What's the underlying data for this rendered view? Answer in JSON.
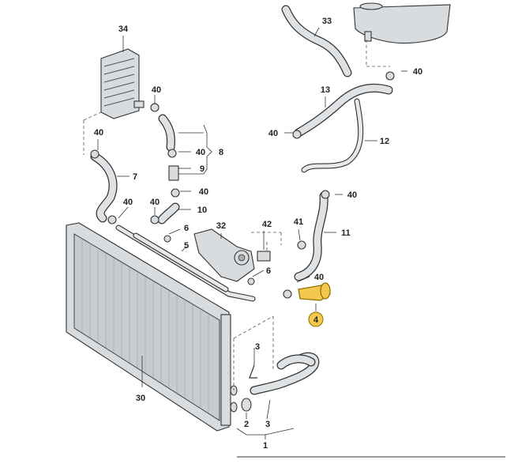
{
  "colors": {
    "highlight": "#f2c94c",
    "highlight_outline": "#8a6a00",
    "part_fill": "#d9dcdf",
    "line": "#333333"
  },
  "labels": {
    "p1": "1",
    "p2": "2",
    "p3a": "3",
    "p3b": "3",
    "p4": "4",
    "p5": "5",
    "p6a": "6",
    "p6b": "6",
    "p7": "7",
    "p8": "8",
    "p9": "9",
    "p10": "10",
    "p11": "11",
    "p12": "12",
    "p13": "13",
    "p30": "30",
    "p32": "32",
    "p33": "33",
    "p34": "34",
    "p40_1": "40",
    "p40_2": "40",
    "p40_3": "40",
    "p40_4": "40",
    "p40_5": "40",
    "p40_6": "40",
    "p40_7": "40",
    "p40_8": "40",
    "p40_9": "40",
    "p40_10": "40",
    "p41": "41",
    "p42": "42"
  }
}
